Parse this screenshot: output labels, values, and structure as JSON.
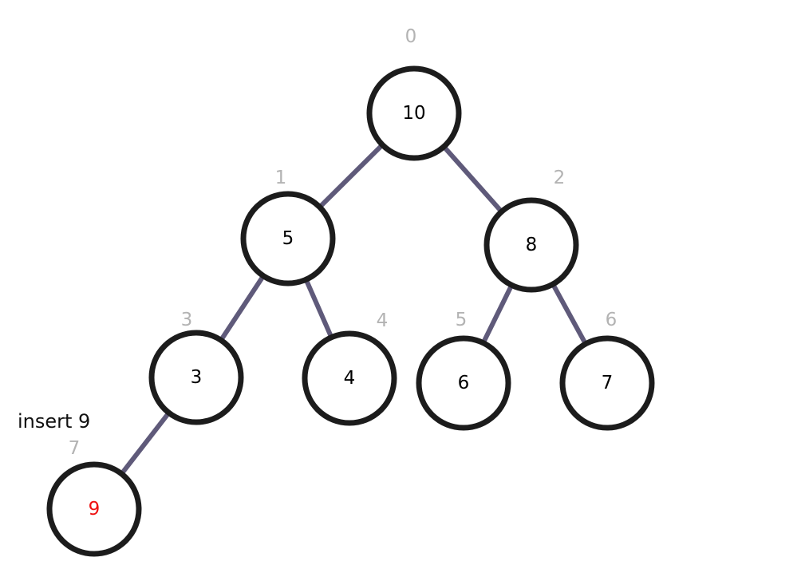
{
  "annotation": "insert 9",
  "highlight_color": "#ee1111",
  "edge_color": "#5f5a7a",
  "index_color": "#b3b3b3",
  "heap": {
    "nodes": [
      {
        "index": "0",
        "value": "10",
        "highlight": false
      },
      {
        "index": "1",
        "value": "5",
        "highlight": false
      },
      {
        "index": "2",
        "value": "8",
        "highlight": false
      },
      {
        "index": "3",
        "value": "3",
        "highlight": false
      },
      {
        "index": "4",
        "value": "4",
        "highlight": false
      },
      {
        "index": "5",
        "value": "6",
        "highlight": false
      },
      {
        "index": "6",
        "value": "7",
        "highlight": false
      },
      {
        "index": "7",
        "value": "9",
        "highlight": true
      }
    ],
    "edges": [
      {
        "from": 0,
        "to": 1
      },
      {
        "from": 0,
        "to": 2
      },
      {
        "from": 1,
        "to": 3
      },
      {
        "from": 1,
        "to": 4
      },
      {
        "from": 2,
        "to": 5
      },
      {
        "from": 2,
        "to": 6
      },
      {
        "from": 3,
        "to": 7
      }
    ]
  }
}
